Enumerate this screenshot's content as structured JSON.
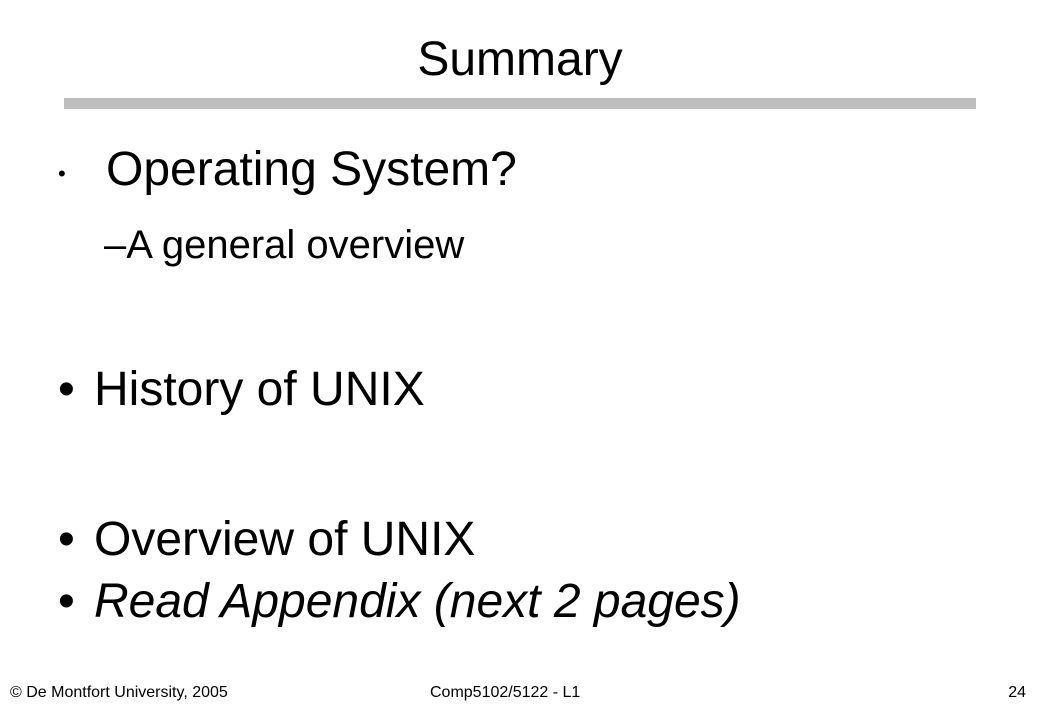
{
  "slide": {
    "title": "Summary",
    "bullets": [
      {
        "text": "Operating System?"
      },
      {
        "text": "–A general overview"
      },
      {
        "text": "History of UNIX"
      },
      {
        "text": "Overview of UNIX"
      },
      {
        "text": "Read Appendix (next 2 pages)"
      }
    ],
    "bullet_symbol": "•"
  },
  "footer": {
    "copyright": "© De Montfort University, 2005",
    "course": "Comp5102/5122 - L1",
    "page_number": "24"
  }
}
